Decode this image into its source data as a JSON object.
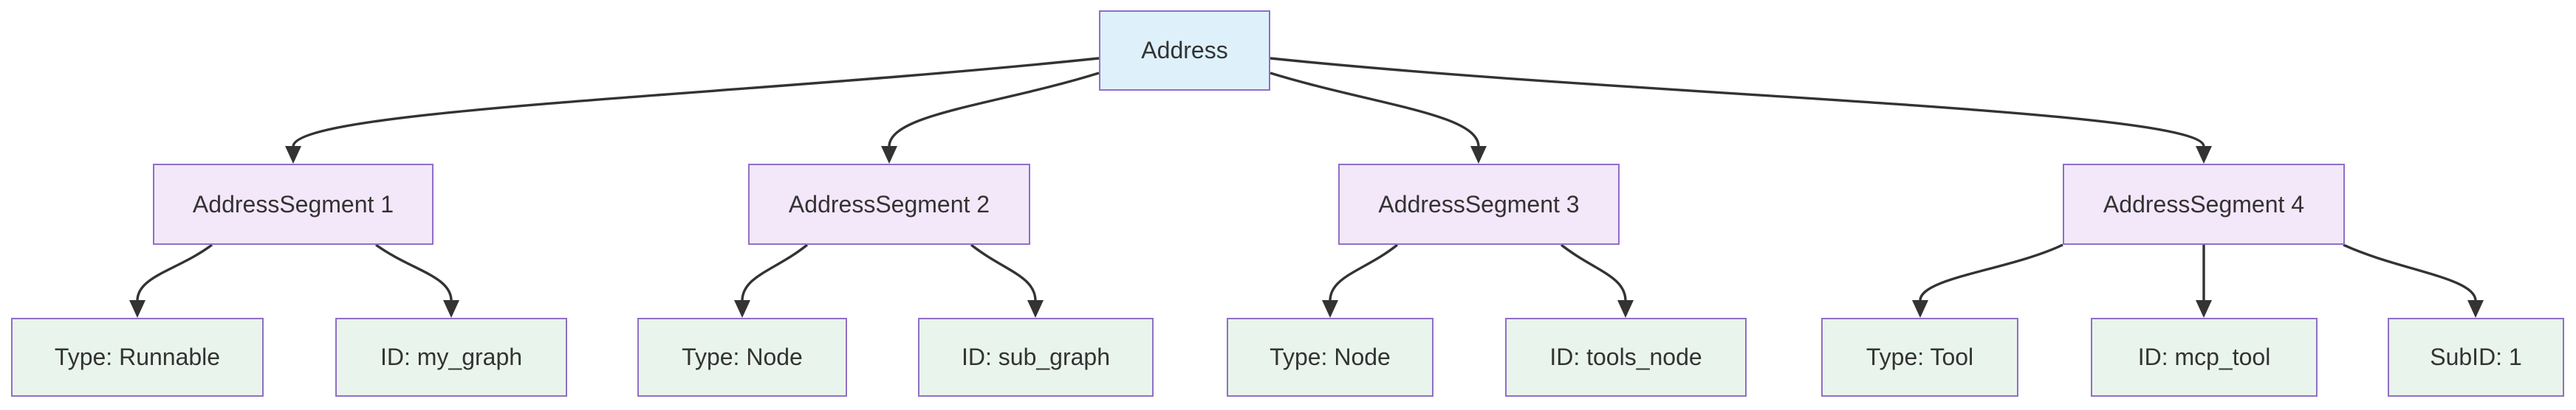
{
  "diagram": {
    "root": {
      "label": "Address"
    },
    "segments": [
      {
        "label": "AddressSegment 1",
        "children": [
          {
            "label": "Type: Runnable"
          },
          {
            "label": "ID: my_graph"
          }
        ]
      },
      {
        "label": "AddressSegment 2",
        "children": [
          {
            "label": "Type: Node"
          },
          {
            "label": "ID: sub_graph"
          }
        ]
      },
      {
        "label": "AddressSegment 3",
        "children": [
          {
            "label": "Type: Node"
          },
          {
            "label": "ID: tools_node"
          }
        ]
      },
      {
        "label": "AddressSegment 4",
        "children": [
          {
            "label": "Type: Tool"
          },
          {
            "label": "ID: mcp_tool"
          },
          {
            "label": "SubID: 1"
          }
        ]
      }
    ],
    "colors": {
      "root_fill": "#def1fb",
      "segment_fill": "#f3e7fa",
      "attribute_fill": "#e9f4ec",
      "node_border": "#8f6fc6",
      "edge": "#333333",
      "text": "#333333",
      "background": "#ffffff"
    }
  }
}
